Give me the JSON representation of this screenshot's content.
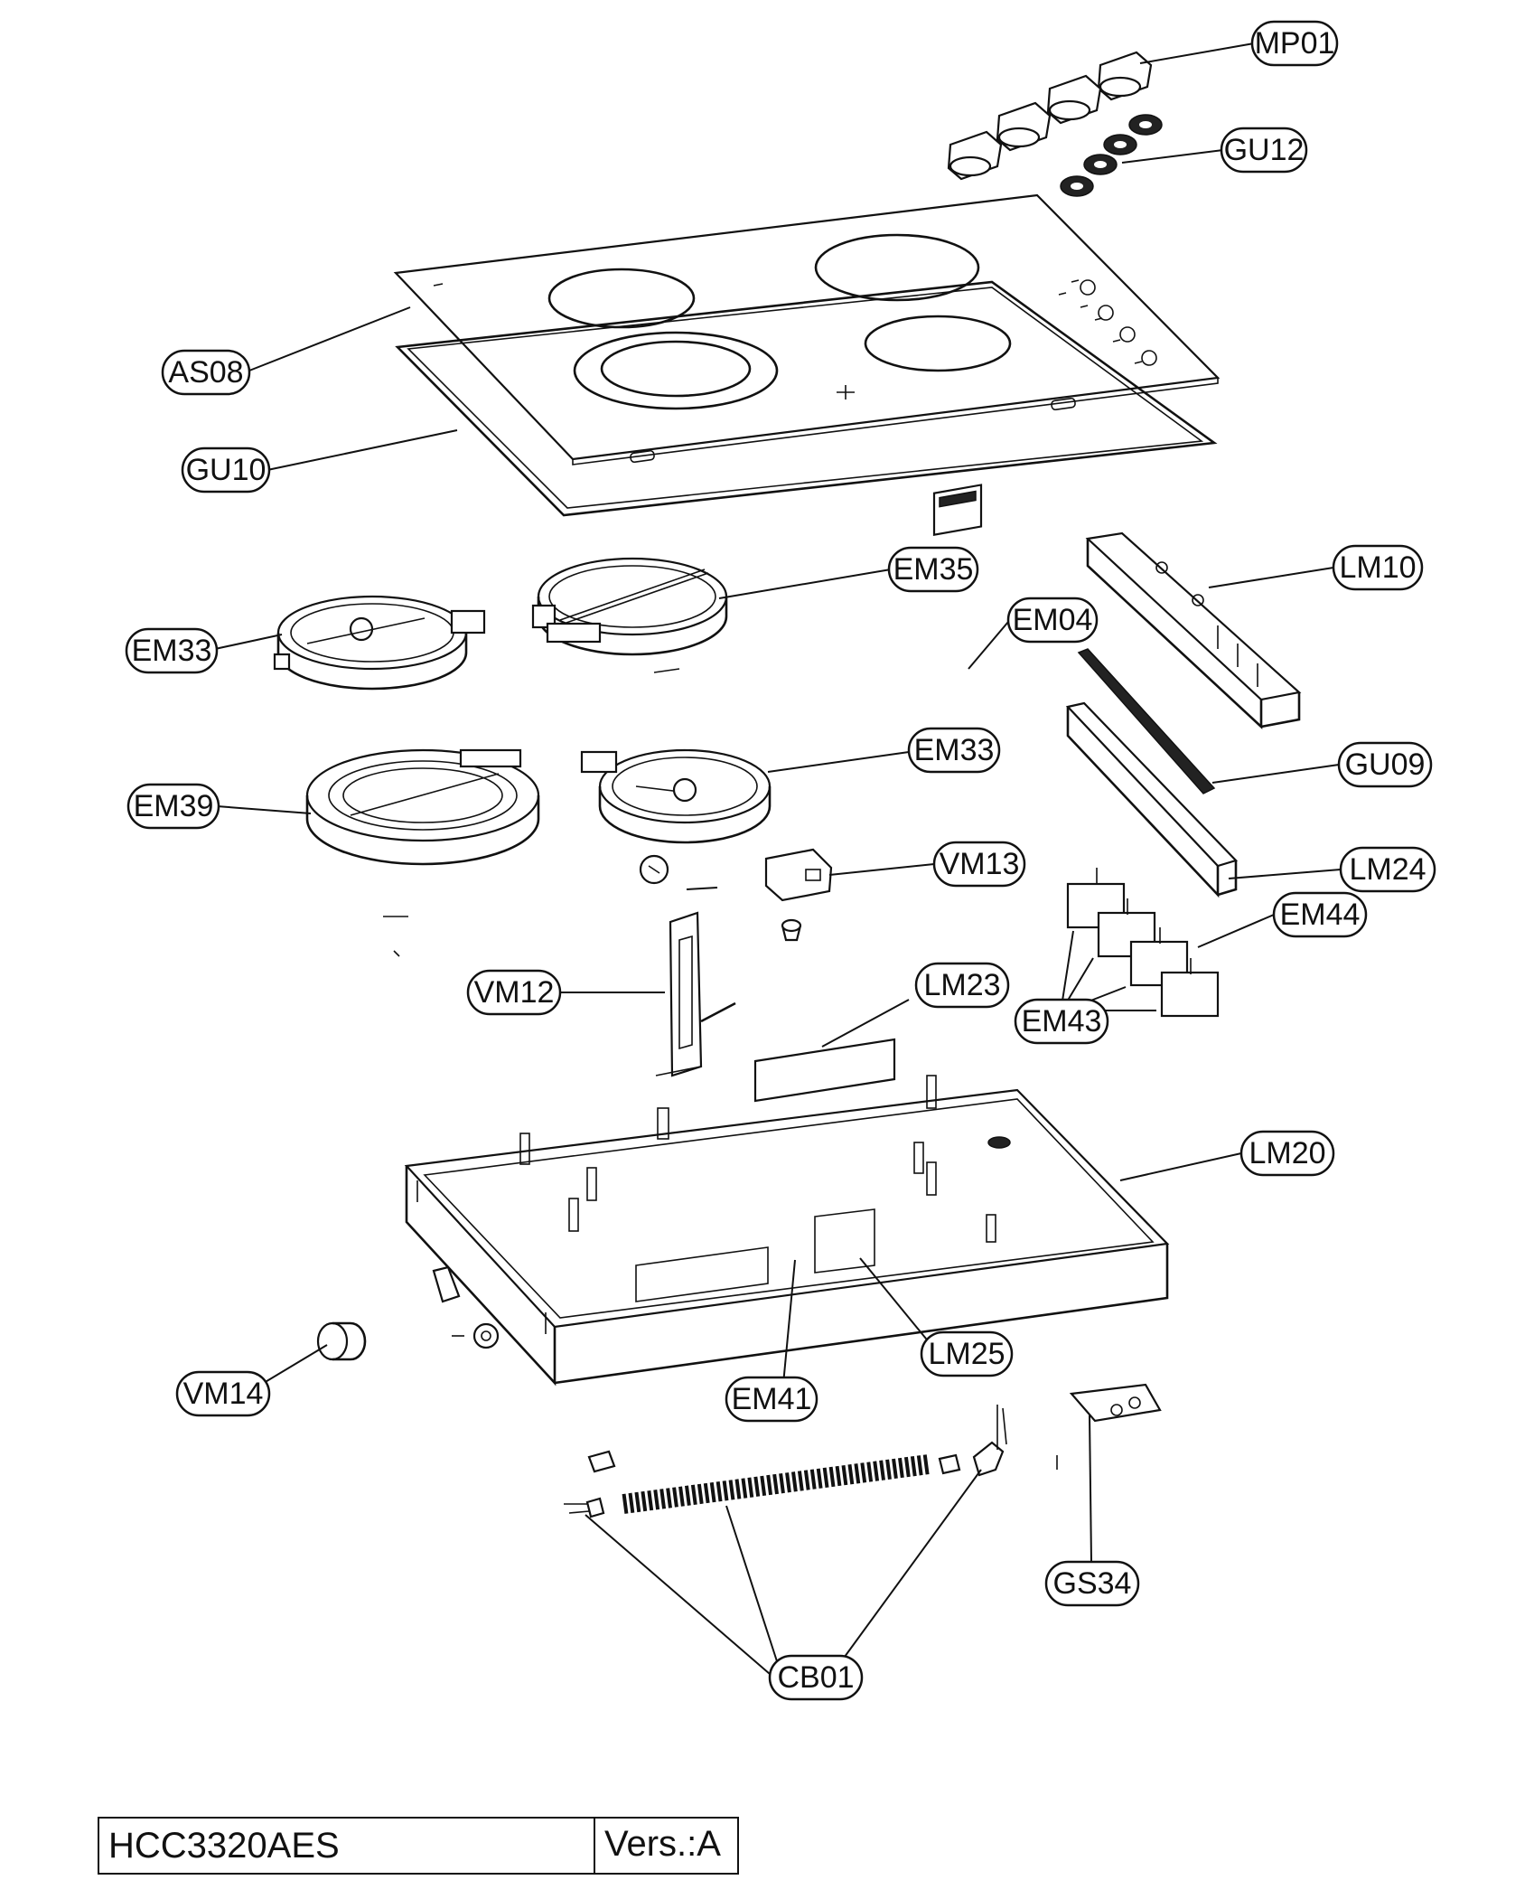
{
  "labels": {
    "MP01": "MP01",
    "GU12": "GU12",
    "AS08": "AS08",
    "GU10": "GU10",
    "EM35": "EM35",
    "LM10": "LM10",
    "EM04": "EM04",
    "EM33_a": "EM33",
    "EM33_b": "EM33",
    "EM39": "EM39",
    "GU09": "GU09",
    "VM13": "VM13",
    "LM24": "LM24",
    "EM44": "EM44",
    "VM12": "VM12",
    "LM23": "LM23",
    "EM43": "EM43",
    "LM20": "LM20",
    "LM25": "LM25",
    "VM14": "VM14",
    "EM41": "EM41",
    "GS34": "GS34",
    "CB01": "CB01"
  },
  "title_block": {
    "model": "HCC3320AES",
    "version": "Vers.:A"
  }
}
